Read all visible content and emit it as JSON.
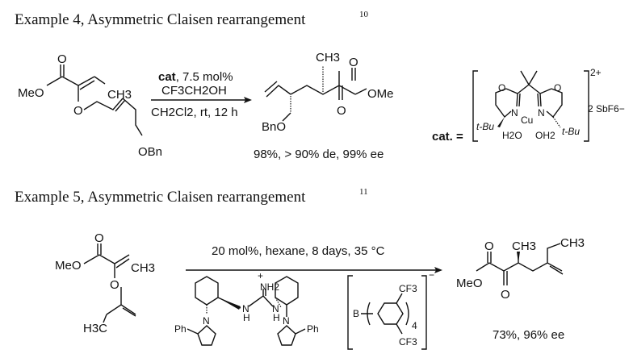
{
  "example4": {
    "title": "Example 4, Asymmetric Claisen rearrangement",
    "ref": "10",
    "substrate": {
      "carbonyl_o": "O",
      "meo": "MeO",
      "ch3": "CH3",
      "ether_o": "O",
      "obn": "OBn"
    },
    "conditions": {
      "line1_bold": "cat",
      "line1_rest": ", 7.5 mol%",
      "line2": "CF3CH2OH",
      "line3": "CH2Cl2, rt, 12 h"
    },
    "product": {
      "ch3": "CH3",
      "o_top": "O",
      "ome": "OMe",
      "o_bottom": "O",
      "bno": "BnO"
    },
    "yield": "98%, > 90% de, 99% ee",
    "catalyst": {
      "label": "cat. =",
      "o_left": "O",
      "o_right": "O",
      "n_left": "N",
      "n_right": "N",
      "cu": "Cu",
      "tbu_left": "t-Bu",
      "tbu_right": "t-Bu",
      "h2o_left": "H2O",
      "h2o_right": "OH2",
      "charge": "2+",
      "counterion": "2 SbF6−"
    }
  },
  "example5": {
    "title": "Example 5, Asymmetric Claisen rearrangement",
    "ref": "11",
    "substrate": {
      "carbonyl_o": "O",
      "meo": "MeO",
      "ch3": "CH3",
      "ether_o": "O",
      "h3c": "H3C"
    },
    "conditions": "20 mol%, hexane, 8 days, 35 °C",
    "catalyst": {
      "nh2": "NH2",
      "plus": "+",
      "nh_left": "N",
      "h_left": "H",
      "nh_right": "N",
      "h_right": "H",
      "n_pyr_left": "N",
      "n_pyr_right": "N",
      "ph_left": "Ph",
      "ph_right": "Ph",
      "b": "B",
      "cf3_top": "CF3",
      "cf3_bottom": "CF3",
      "subscript": "4",
      "charge": "−"
    },
    "product": {
      "meo": "MeO",
      "o_top": "O",
      "ch3": "CH3",
      "o_bottom": "O"
    },
    "yield": "73%, 96% ee"
  }
}
